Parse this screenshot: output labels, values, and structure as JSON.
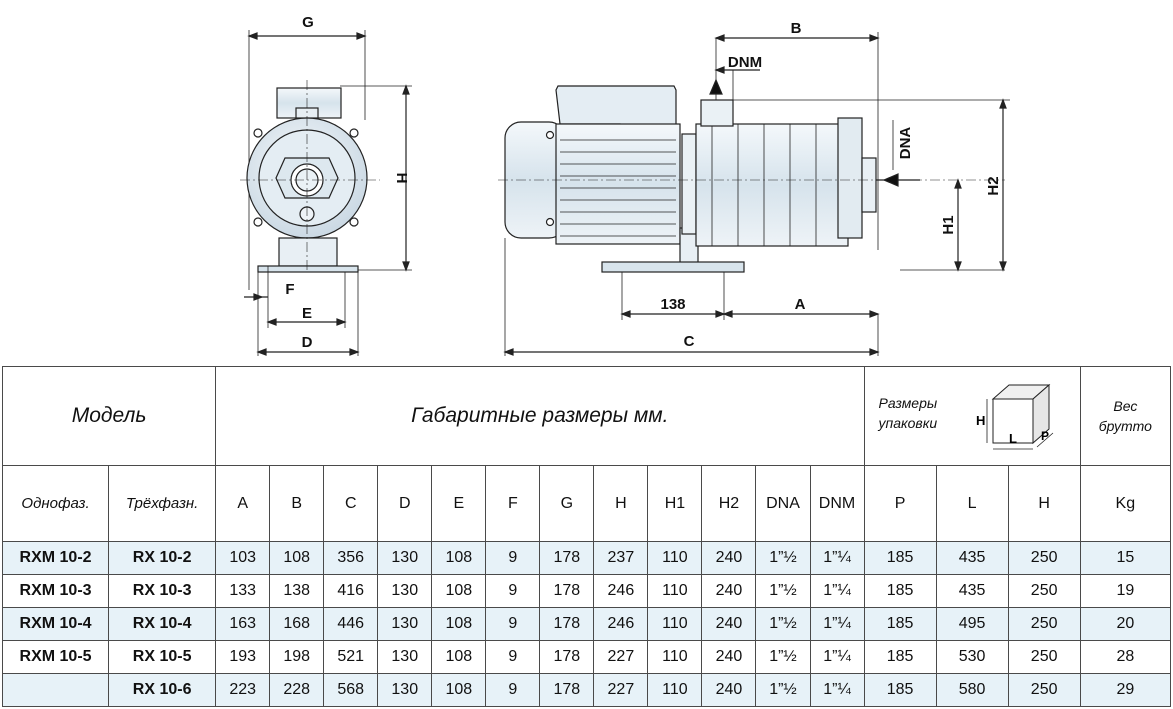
{
  "diagram": {
    "labels": {
      "g": "G",
      "h": "H",
      "f": "F",
      "e": "E",
      "d": "D",
      "b": "B",
      "dnm": "DNM",
      "dna": "DNA",
      "h1": "H1",
      "h2": "H2",
      "dim138": "138",
      "a": "A",
      "c": "C"
    }
  },
  "table": {
    "model_title": "Модель",
    "dims_title": "Габаритные размеры мм.",
    "pack_title_line1": "Размеры",
    "pack_title_line2": "упаковки",
    "pack_icon_labels": {
      "h": "H",
      "l": "L",
      "p": "P"
    },
    "weight_title_line1": "Вес",
    "weight_title_line2": "брутто",
    "sub_single": "Однофаз.",
    "sub_three": "Трёхфазн.",
    "columns": [
      "A",
      "B",
      "C",
      "D",
      "E",
      "F",
      "G",
      "H",
      "H1",
      "H2",
      "DNA",
      "DNM",
      "P",
      "L",
      "H",
      "Kg"
    ],
    "rows": [
      {
        "single": "RXM 10-2",
        "three": "RX 10-2",
        "values": [
          "103",
          "108",
          "356",
          "130",
          "108",
          "9",
          "178",
          "237",
          "110",
          "240",
          "1”½",
          "1”¼",
          "185",
          "435",
          "250",
          "15"
        ]
      },
      {
        "single": "RXM 10-3",
        "three": "RX 10-3",
        "values": [
          "133",
          "138",
          "416",
          "130",
          "108",
          "9",
          "178",
          "246",
          "110",
          "240",
          "1”½",
          "1”¼",
          "185",
          "435",
          "250",
          "19"
        ]
      },
      {
        "single": "RXM 10-4",
        "three": "RX 10-4",
        "values": [
          "163",
          "168",
          "446",
          "130",
          "108",
          "9",
          "178",
          "246",
          "110",
          "240",
          "1”½",
          "1”¼",
          "185",
          "495",
          "250",
          "20"
        ]
      },
      {
        "single": "RXM 10-5",
        "three": "RX 10-5",
        "values": [
          "193",
          "198",
          "521",
          "130",
          "108",
          "9",
          "178",
          "227",
          "110",
          "240",
          "1”½",
          "1”¼",
          "185",
          "530",
          "250",
          "28"
        ]
      },
      {
        "single": "",
        "three": "RX 10-6",
        "values": [
          "223",
          "228",
          "568",
          "130",
          "108",
          "9",
          "178",
          "227",
          "110",
          "240",
          "1”½",
          "1”¼",
          "185",
          "580",
          "250",
          "29"
        ]
      }
    ]
  }
}
